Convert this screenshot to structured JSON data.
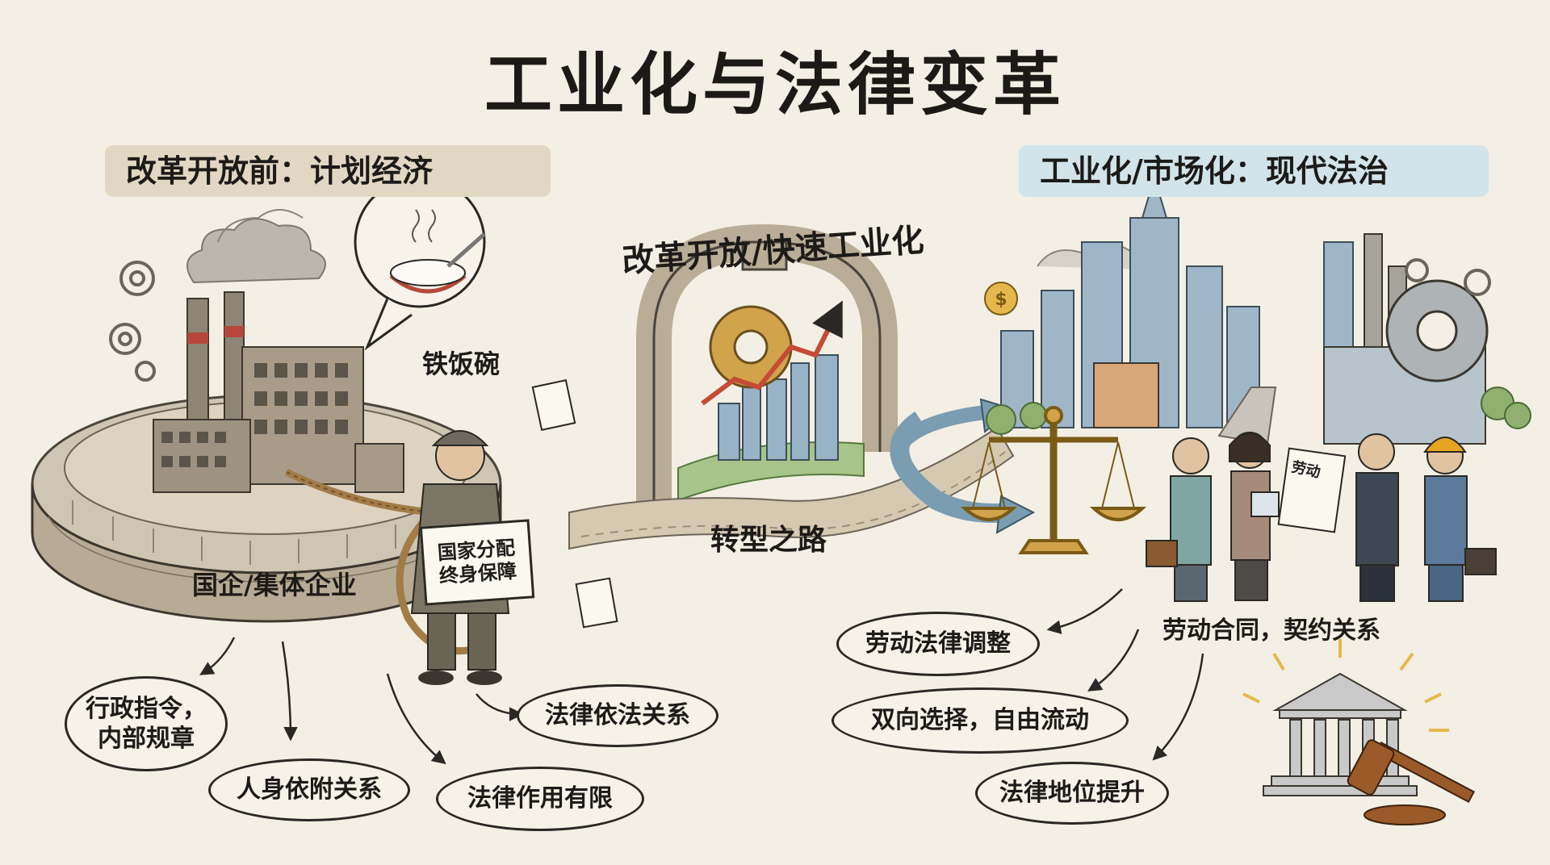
{
  "title": "工业化与法律变革",
  "left_banner": "改革开放前：计划经济",
  "right_banner": "工业化/市场化：现代法治",
  "arch_label": "改革开放/快速工业化",
  "road_label": "转型之路",
  "rice_bowl_label": "铁饭碗",
  "soe_label": "国企/集体企业",
  "sign": {
    "line1": "国家分配",
    "line2": "终身保障"
  },
  "left_bubbles": {
    "admin_line1": "行政指令，",
    "admin_line2": "内部规章",
    "dependency": "人身依附关系",
    "limited": "法律作用有限",
    "relations": "法律依法关系"
  },
  "contract_label": "劳动合同，契约关系",
  "document_label": "劳动",
  "right_bubbles": {
    "labor_law": "劳动法律调整",
    "choice": "双向选择，自由流动",
    "status": "法律地位提升"
  },
  "colors": {
    "background": "#f3efe4",
    "left_banner": "#e2d7c3",
    "right_banner": "#d2e4ea",
    "brick": "#a89a84",
    "gold": "#d1a34a",
    "arrow_blue": "#7a9db2",
    "chimney_red": "#b5483a"
  }
}
